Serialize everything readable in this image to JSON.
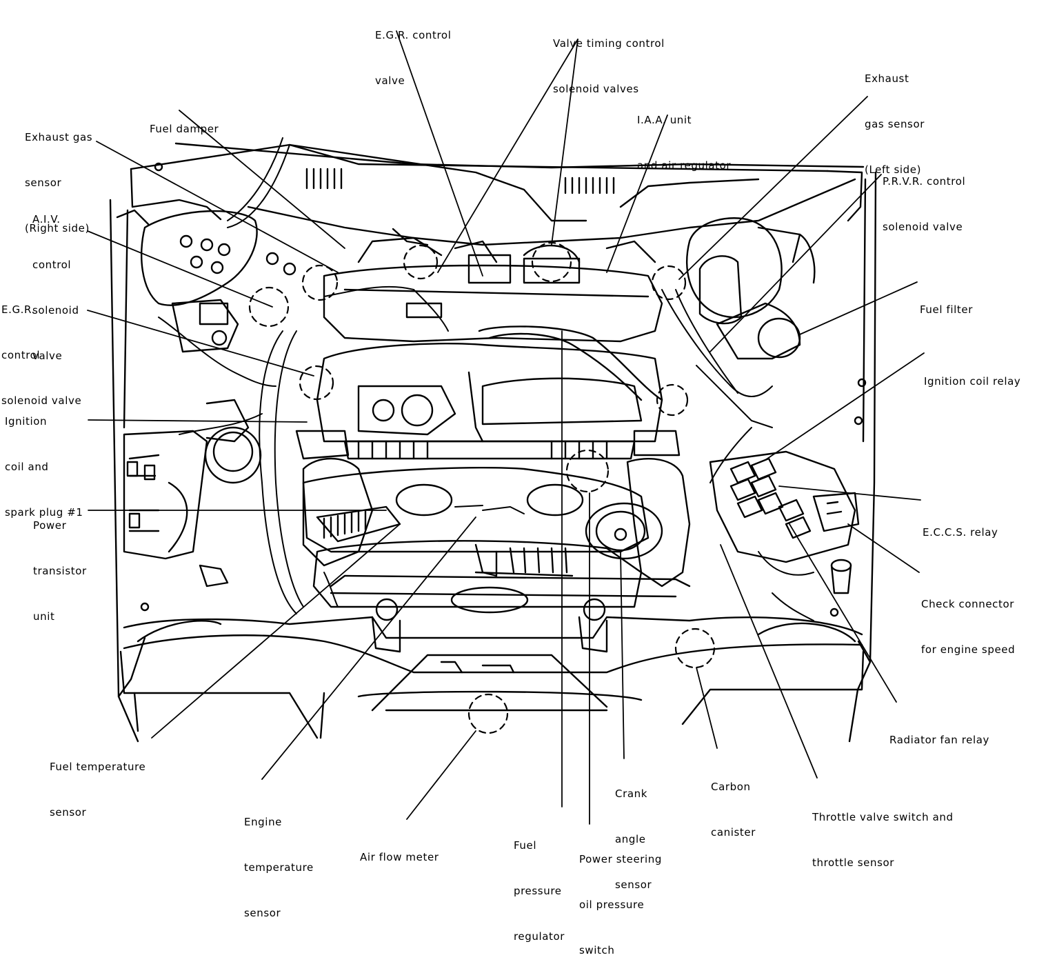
{
  "colors": {
    "ink": "#000000",
    "paper": "#ffffff"
  },
  "labels": {
    "egr_control_valve": [
      "E.G.R. control",
      "valve"
    ],
    "valve_timing": [
      "Valve timing control",
      "solenoid valves"
    ],
    "exhaust_left": [
      "Exhaust",
      "gas sensor",
      "(Left side)"
    ],
    "fuel_damper": [
      "Fuel damper"
    ],
    "iaa_unit": [
      "I.A.A. unit",
      "and air regulator"
    ],
    "exhaust_right": [
      "Exhaust gas",
      "sensor",
      "(Right side)"
    ],
    "prvr": [
      "P.R.V.R. control",
      "solenoid valve"
    ],
    "aiv": [
      "A.I.V.",
      "control",
      "solenoid",
      "valve"
    ],
    "fuel_filter": [
      "Fuel filter"
    ],
    "egr_solenoid": [
      "E.G.R.",
      "control",
      "solenoid valve"
    ],
    "ignition_coil_relay": [
      "Ignition coil relay"
    ],
    "ignition_coil": [
      "Ignition",
      "coil and",
      "spark plug #1"
    ],
    "eccs_relay": [
      "E.C.C.S. relay"
    ],
    "power_transistor": [
      "Power",
      "transistor",
      "unit"
    ],
    "check_connector": [
      "Check connector",
      "for engine speed"
    ],
    "radiator_fan": [
      "Radiator fan relay"
    ],
    "fuel_temp": [
      "Fuel temperature",
      "sensor"
    ],
    "engine_temp": [
      "Engine",
      "temperature",
      "sensor"
    ],
    "air_flow": [
      "Air flow meter"
    ],
    "fuel_pressure": [
      "Fuel",
      "pressure",
      "regulator"
    ],
    "power_steering": [
      "Power steering",
      "oil pressure",
      "switch"
    ],
    "crank_angle": [
      "Crank",
      "angle",
      "sensor"
    ],
    "carbon_canister": [
      "Carbon",
      "canister"
    ],
    "throttle": [
      "Throttle valve switch and",
      "throttle sensor"
    ]
  }
}
